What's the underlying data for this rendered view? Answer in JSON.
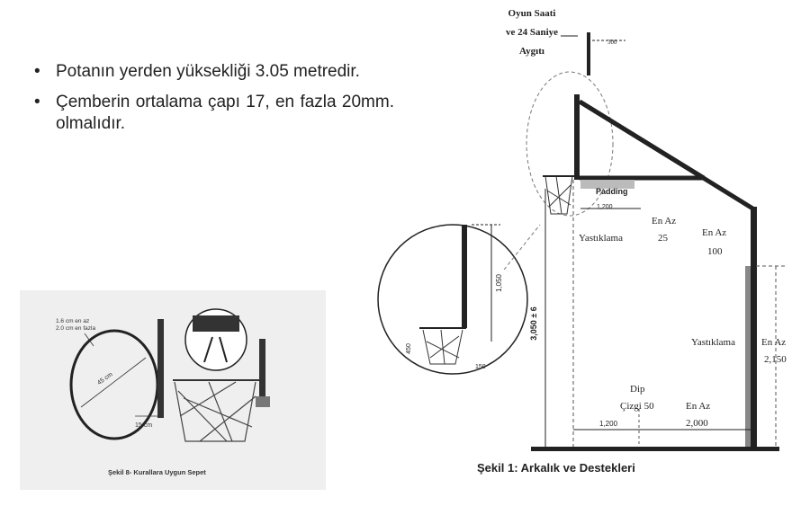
{
  "bullets": [
    {
      "text": "Potanın yerden yüksekliği 3.05 metredir."
    },
    {
      "text": "Çemberin ortalama çapı 17, en fazla 20mm. olmalıdır."
    }
  ],
  "figure8": {
    "thickness_note_1": "1.6 cm en az",
    "thickness_note_2": "2.0 cm en fazla",
    "diameter_label": "45 cm",
    "gap_label": "15 cm",
    "caption": "Şekil 8- Kurallara Uygun Sepet"
  },
  "figure1": {
    "clock_label_1": "Oyun Saati",
    "clock_label_2": "ve 24 Saniye",
    "clock_label_3": "Aygıtı",
    "clock_dim": "300",
    "padding_label": "Padding",
    "padding_dim": "1,200",
    "yastiklama_1": "Yastıklama",
    "en_az_25_a": "En Az",
    "en_az_25_b": "25",
    "en_az_100_a": "En Az",
    "en_az_100_b": "100",
    "yastiklama_2": "Yastıklama",
    "en_az_2150_a": "En Az",
    "en_az_2150_b": "2,150",
    "height_dim": "3,050 ± 6",
    "dip_1": "Dip",
    "dip_2": "Çizgi 50",
    "en_az_2000_a": "En Az",
    "en_az_2000_b": "2,000",
    "dim_1200": "1,200",
    "inset_1050": "1,050",
    "inset_450": "450",
    "inset_150": "150",
    "caption": "Şekil 1: Arkalık ve Destekleri"
  }
}
